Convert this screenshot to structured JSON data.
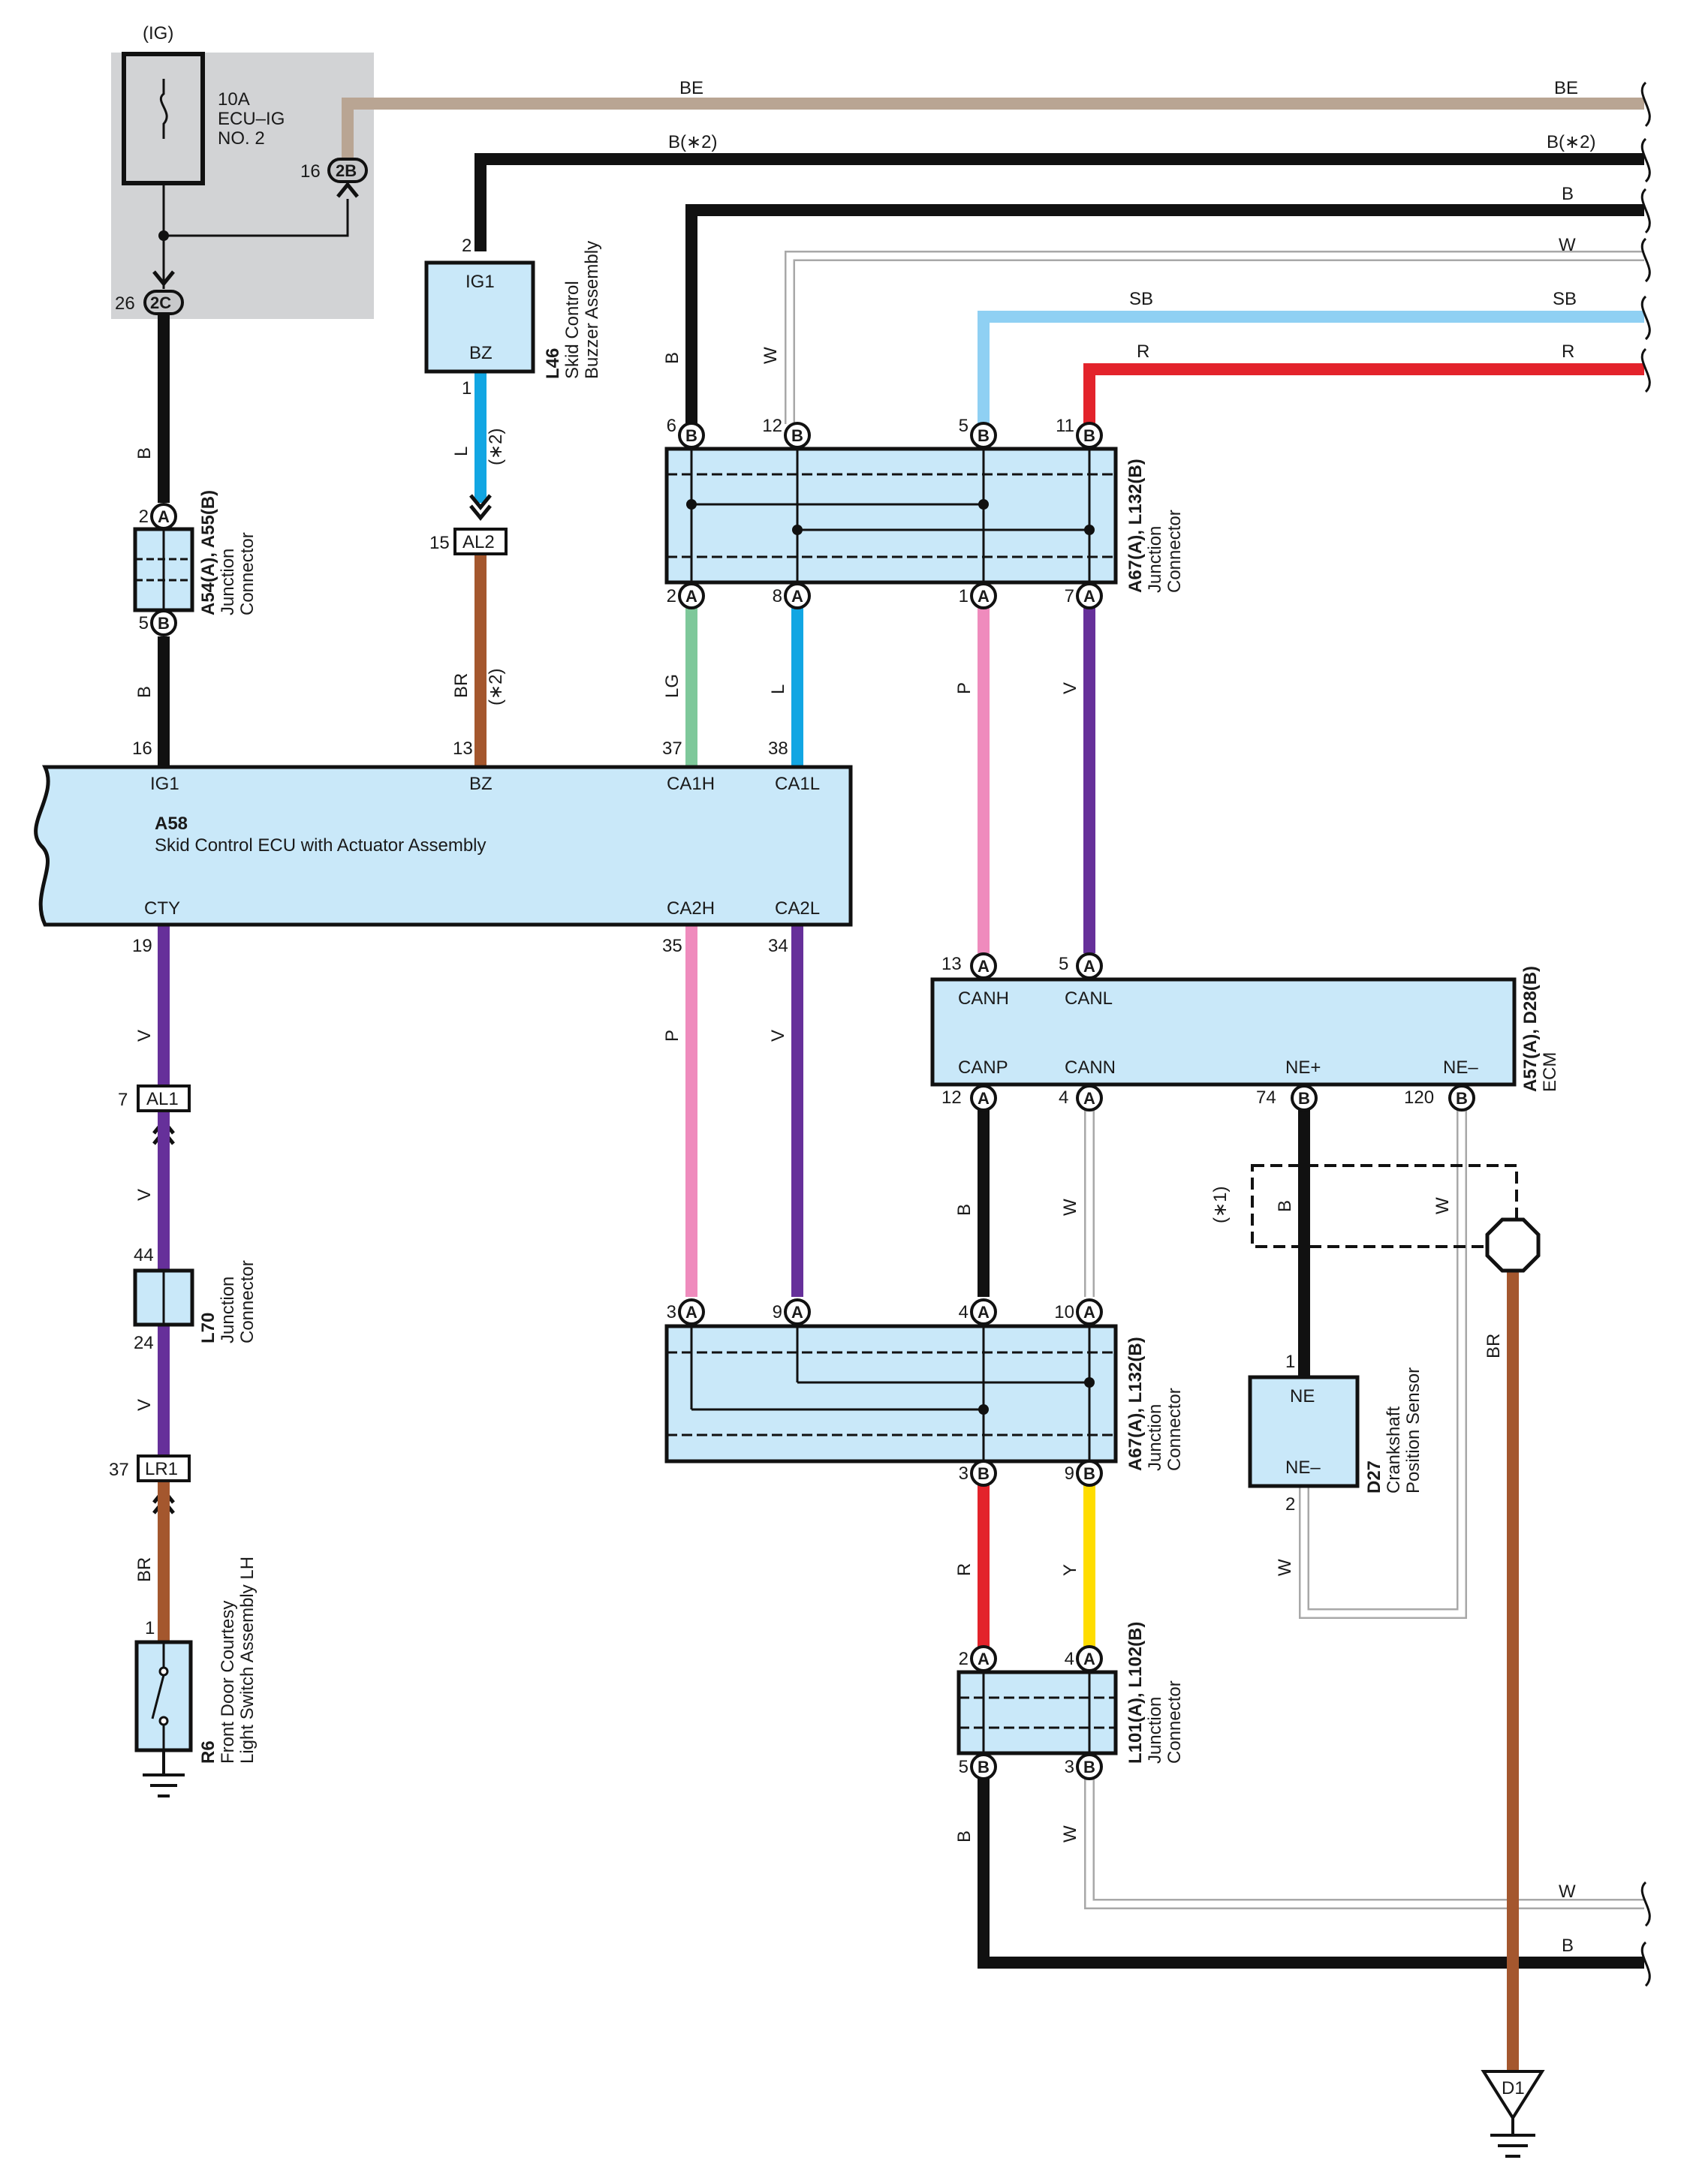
{
  "colors": {
    "BE": "#b9a593",
    "B": "#111111",
    "W": "#ffffff",
    "SB": "#8fd0f3",
    "R": "#e3232b",
    "L": "#12a6e3",
    "BR": "#a4572e",
    "LG": "#7ec89a",
    "P": "#ef8bbd",
    "V": "#66309a",
    "Y": "#ffdd00",
    "box": "#c9e8f9",
    "shade": "#d2d3d5"
  },
  "fuse": {
    "ig": "(IG)",
    "rating": "10A",
    "name1": "ECU–IG",
    "name2": "NO. 2"
  },
  "jumpers": {
    "j2B": "2B",
    "j2B_pin": "16",
    "j2C": "2C",
    "j2C_pin": "26",
    "AL2": "AL2",
    "AL2_pin": "15",
    "AL1": "AL1",
    "AL1_pin": "7",
    "LR1": "LR1",
    "LR1_pin": "37"
  },
  "wires": {
    "BE": "BE",
    "B2": "B(∗2)",
    "B": "B",
    "W": "W",
    "SB": "SB",
    "R": "R",
    "L": "L",
    "L2": "(∗2)",
    "BR": "BR",
    "BR2": "(∗2)",
    "LG": "LG",
    "P": "P",
    "V": "V",
    "Y": "Y",
    "star1": "(∗1)"
  },
  "components": {
    "L46": {
      "id": "L46",
      "name1": "Skid Control",
      "name2": "Buzzer Assembly",
      "t1": "IG1",
      "t2": "BZ",
      "p1": "2",
      "p2": "1"
    },
    "A54": {
      "id": "A54(A), A55(B)",
      "name1": "Junction",
      "name2": "Connector",
      "p1": "2",
      "p1c": "A",
      "p2": "5",
      "p2c": "B"
    },
    "A58": {
      "id": "A58",
      "name": "Skid Control ECU with Actuator Assembly",
      "t_ig1": "IG1",
      "t_bz": "BZ",
      "t_ca1h": "CA1H",
      "t_ca1l": "CA1L",
      "t_cty": "CTY",
      "t_ca2h": "CA2H",
      "t_ca2l": "CA2L",
      "p_ig1": "16",
      "p_bz": "13",
      "p_ca1h": "37",
      "p_ca1l": "38",
      "p_cty": "19",
      "p_ca2h": "35",
      "p_ca2l": "34"
    },
    "A67_top": {
      "id": "A67(A), L132(B)",
      "name1": "Junction",
      "name2": "Connector",
      "tp": [
        "6",
        "12",
        "5",
        "11"
      ],
      "tc": [
        "B",
        "B",
        "B",
        "B"
      ],
      "bp": [
        "2",
        "8",
        "1",
        "7"
      ],
      "bc": [
        "A",
        "A",
        "A",
        "A"
      ]
    },
    "A67_bot": {
      "id": "A67(A), L132(B)",
      "name1": "Junction",
      "name2": "Connector",
      "tp": [
        "3",
        "9",
        "4",
        "10"
      ],
      "tc": [
        "A",
        "A",
        "A",
        "A"
      ],
      "bp": [
        "3",
        "9"
      ],
      "bc": [
        "B",
        "B"
      ]
    },
    "ECM": {
      "id": "A57(A), D28(B)",
      "name": "ECM",
      "t_canh": "CANH",
      "t_canl": "CANL",
      "t_canp": "CANP",
      "t_cann": "CANN",
      "t_nep": "NE+",
      "t_nen": "NE–",
      "p_canh": "13",
      "p_canl": "5",
      "p_canp": "12",
      "p_cann": "4",
      "p_nep": "74",
      "p_nen": "120",
      "c_canh": "A",
      "c_canl": "A",
      "c_canp": "A",
      "c_cann": "A",
      "c_nep": "B",
      "c_nen": "B"
    },
    "L70": {
      "id": "L70",
      "name1": "Junction",
      "name2": "Connector",
      "p1": "44",
      "p2": "24"
    },
    "R6": {
      "id": "R6",
      "name1": "Front Door Courtesy",
      "name2": "Light Switch Assembly LH",
      "p1": "1"
    },
    "L101": {
      "id": "L101(A), L102(B)",
      "name1": "Junction",
      "name2": "Connector",
      "tp": [
        "2",
        "4"
      ],
      "tc": [
        "A",
        "A"
      ],
      "bp": [
        "5",
        "3"
      ],
      "bc": [
        "B",
        "B"
      ]
    },
    "D27": {
      "id": "D27",
      "name1": "Crankshaft",
      "name2": "Position Sensor",
      "t1": "NE",
      "t2": "NE–",
      "p1": "1",
      "p2": "2"
    },
    "D1": {
      "id": "D1"
    }
  }
}
